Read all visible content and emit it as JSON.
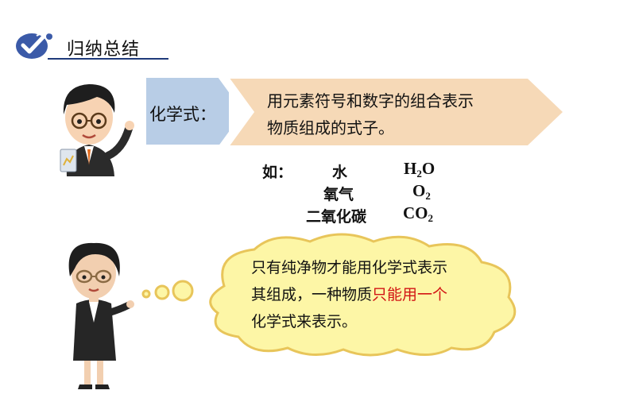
{
  "header": {
    "title": "归纳总结"
  },
  "definition": {
    "label": "化学式：",
    "text_line1": "用元素符号和数字的组合表示",
    "text_line2": "物质组成的式子。"
  },
  "examples": {
    "prefix": "如：",
    "items": [
      {
        "name": "水",
        "formula_parts": [
          "H",
          "2",
          "O"
        ]
      },
      {
        "name": "氧气",
        "formula_parts": [
          "O",
          "2",
          ""
        ]
      },
      {
        "name": "二氧化碳",
        "formula_parts": [
          "CO",
          "2",
          ""
        ]
      }
    ]
  },
  "note": {
    "line1": "只有纯净物才能用化学式表示",
    "line2_normal": "其组成，一种物质",
    "line2_highlight": "只能用一个",
    "line3": "化学式来表示。",
    "highlight_color": "#d21414"
  },
  "colors": {
    "label_bg": "#b8cde6",
    "arrow_fill": "#f6d9b7",
    "cloud_fill": "#fdf6a6",
    "cloud_stroke": "#e8c55a",
    "header_rule": "#1f3a7a"
  }
}
